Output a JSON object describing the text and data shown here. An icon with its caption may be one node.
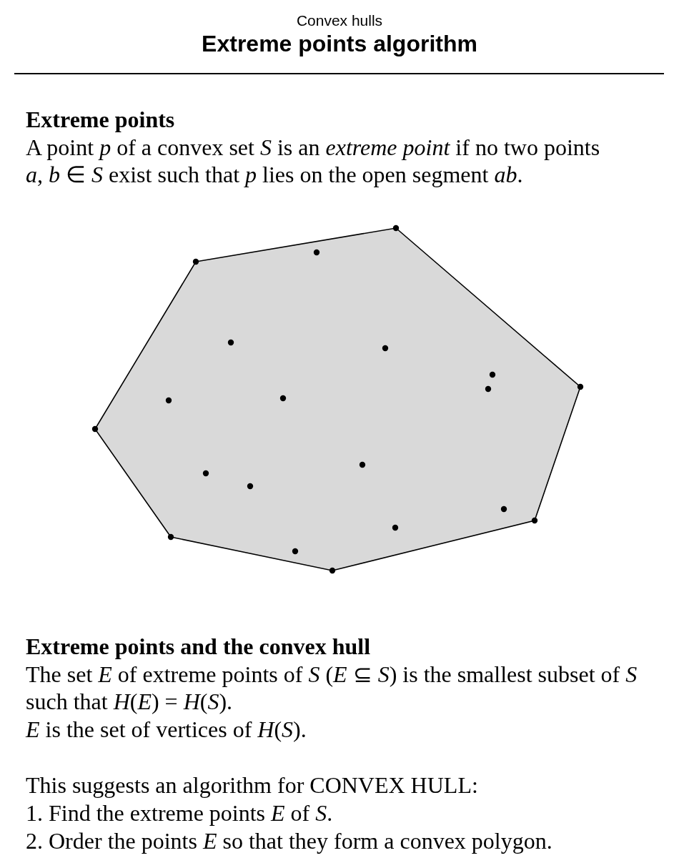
{
  "diagram": {
    "title": "Extreme points algorithm",
    "labels": [
      "Convex hulls",
      "Extreme points",
      "A point *p* of a convex set *S* is an *extreme point* if no two points *a*, *b* ∈ *S* exist such that *p* lies on the open segment *ab*.",
      "Extreme points and the convex hull",
      "The set *E* of extreme points of *S* (*E* ⊆ *S*) is the smallest subset of *S* such that *H*(*E*) = *H*(*S*).",
      "*E* is the set of vertices of *H*(*S*).",
      "This suggests an algorithm for CONVEX HULL:",
      "1. Find the extreme points *E* of *S*.",
      "2. Order the points *E* so that they form a convex polygon."
    ]
  }
}
